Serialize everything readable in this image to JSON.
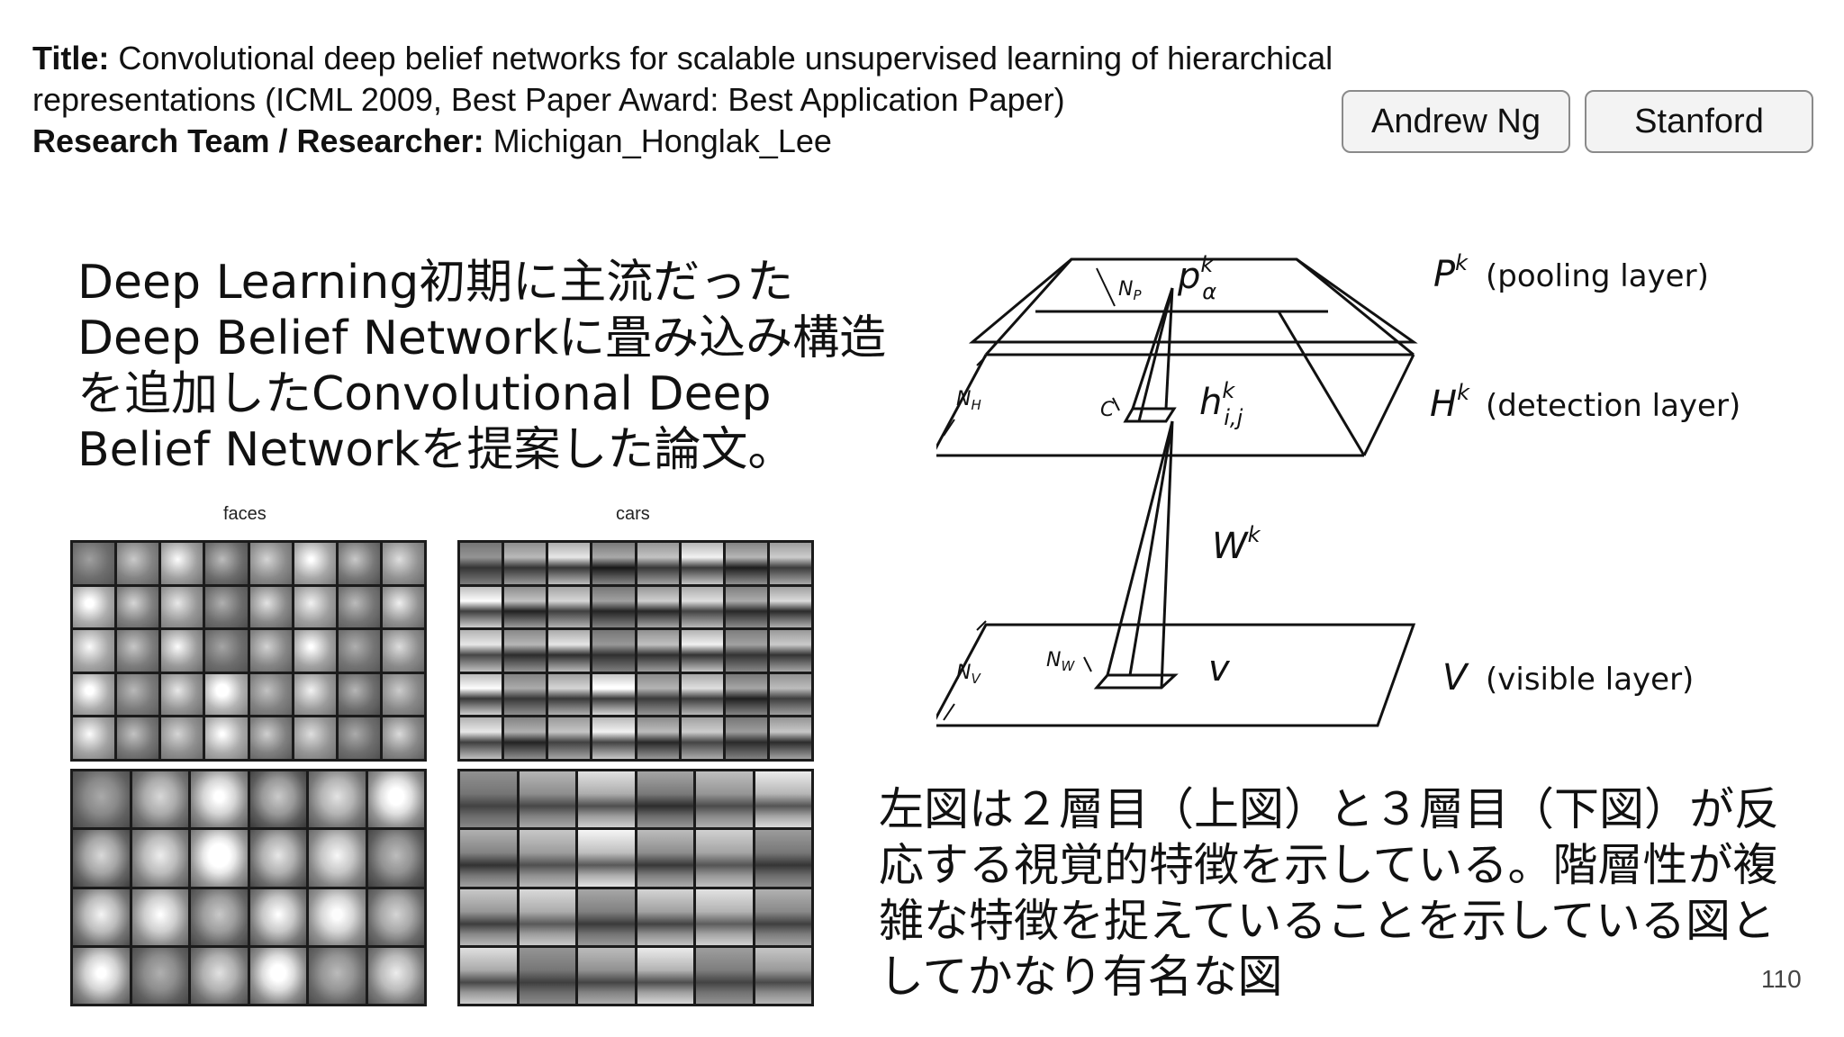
{
  "header": {
    "title_label": "Title:",
    "title_text": "Convolutional deep belief networks for scalable unsupervised learning of hierarchical representations (ICML 2009, Best Paper Award: Best Application Paper)",
    "team_label": "Research Team / Researcher:",
    "team_text": "Michigan_Honglak_Lee"
  },
  "tags": [
    "Andrew Ng",
    "Stanford"
  ],
  "intro_text": "Deep Learning初期に主流だったDeep Belief Networkに畳み込み構造を追加したConvolutional Deep Belief Networkを提案した論文。",
  "figure": {
    "faces_label": "faces",
    "cars_label": "cars"
  },
  "diagram": {
    "pooling_layer": "(pooling layer)",
    "detection_layer": "(detection layer)",
    "visible_layer": "(visible layer)",
    "P": "P",
    "H": "H",
    "V": "V",
    "W": "W",
    "k": "k",
    "p": "p",
    "h": "h",
    "v": "v",
    "alpha": "α",
    "ij": "i,j",
    "NP": "N",
    "NP_sub": "P",
    "NH": "N",
    "NH_sub": "H",
    "NV": "N",
    "NV_sub": "V",
    "NW": "N",
    "NW_sub": "W",
    "C": "C"
  },
  "note_text": "左図は２層目（上図）と３層目（下図）が反応する視覚的特徴を示している。階層性が複雑な特徴を捉えていることを示している図としてかなり有名な図",
  "page_number": "110"
}
